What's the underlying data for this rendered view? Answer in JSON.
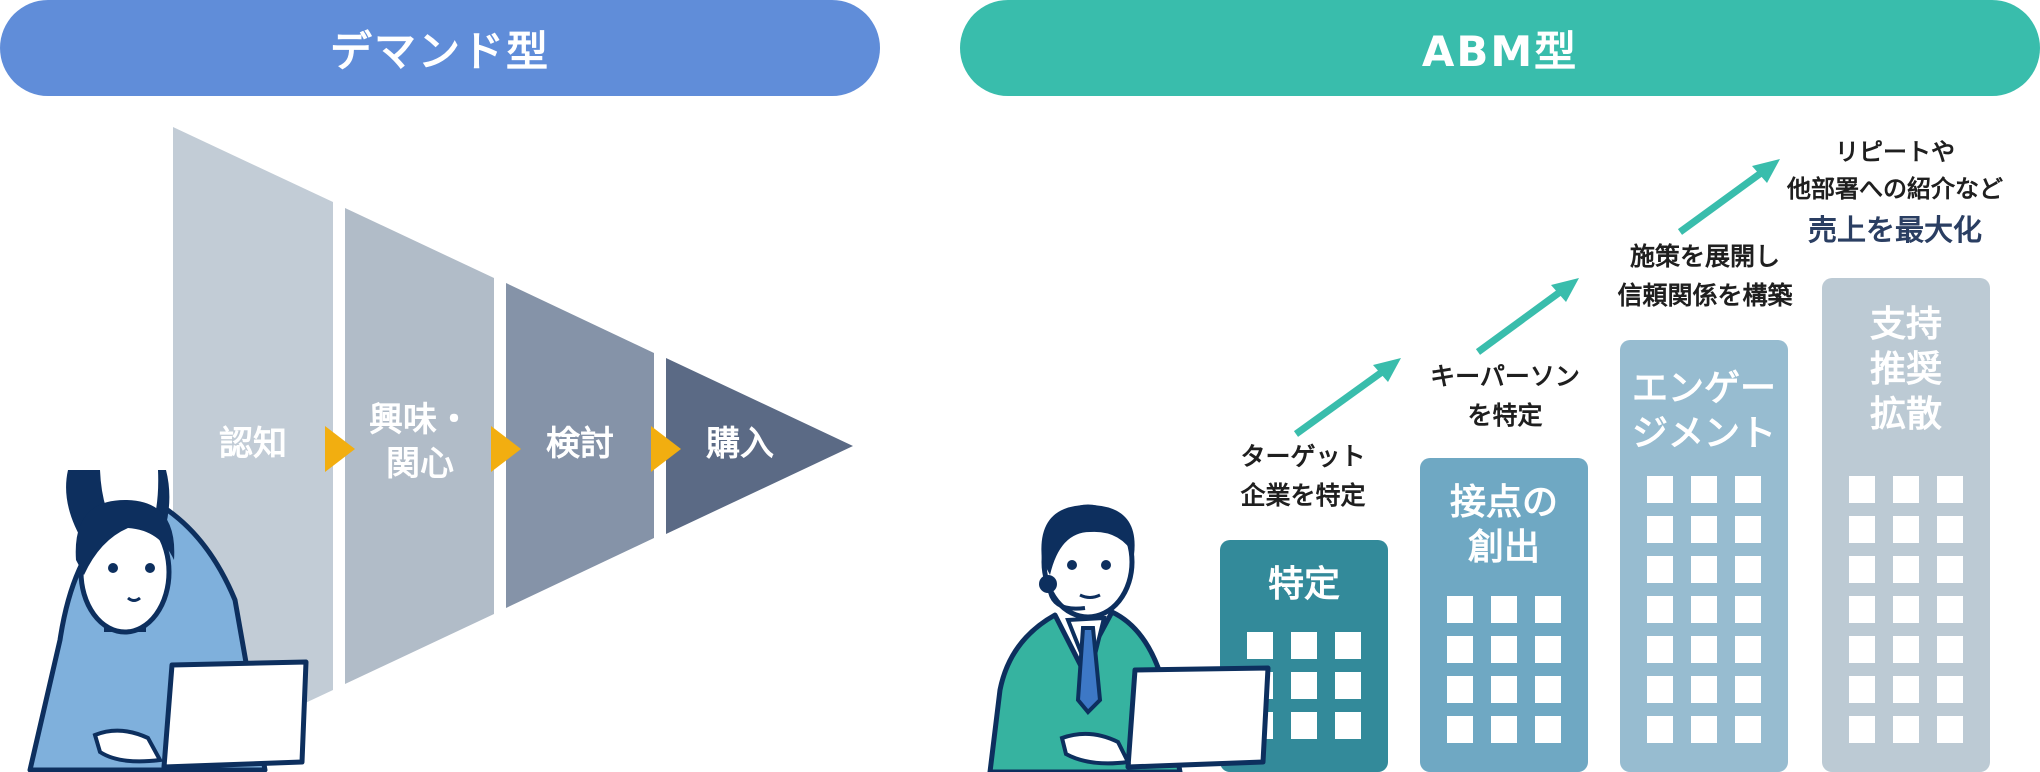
{
  "demand": {
    "title": "デマンド型",
    "stages": [
      "認知",
      "興味・\n関心",
      "検討",
      "購入"
    ]
  },
  "abm": {
    "title": "ABM型",
    "steps": [
      {
        "caption": "ターゲット\n企業を特定",
        "building": "特定"
      },
      {
        "caption": "キーパーソン\nを特定",
        "building": "接点の\n創出"
      },
      {
        "caption": "施策を展開し\n信頼関係を構築",
        "building": "エンゲー\nジメント"
      },
      {
        "caption": "リピートや\n他部署への紹介など",
        "caption_emphasis": "売上を最大化",
        "building": "支持\n推奨\n拡散"
      }
    ]
  },
  "colors": {
    "demand_header": "#608dd9",
    "abm_header": "#39bdac",
    "funnel": [
      "#c2ccd6",
      "#b1bcc8",
      "#8593a8",
      "#5b6a85"
    ],
    "chevron": "#f2ae10",
    "buildings": [
      "#338a9a",
      "#6fa8c3",
      "#97bcd0",
      "#bccad4"
    ],
    "arrow": "#39bdac"
  }
}
